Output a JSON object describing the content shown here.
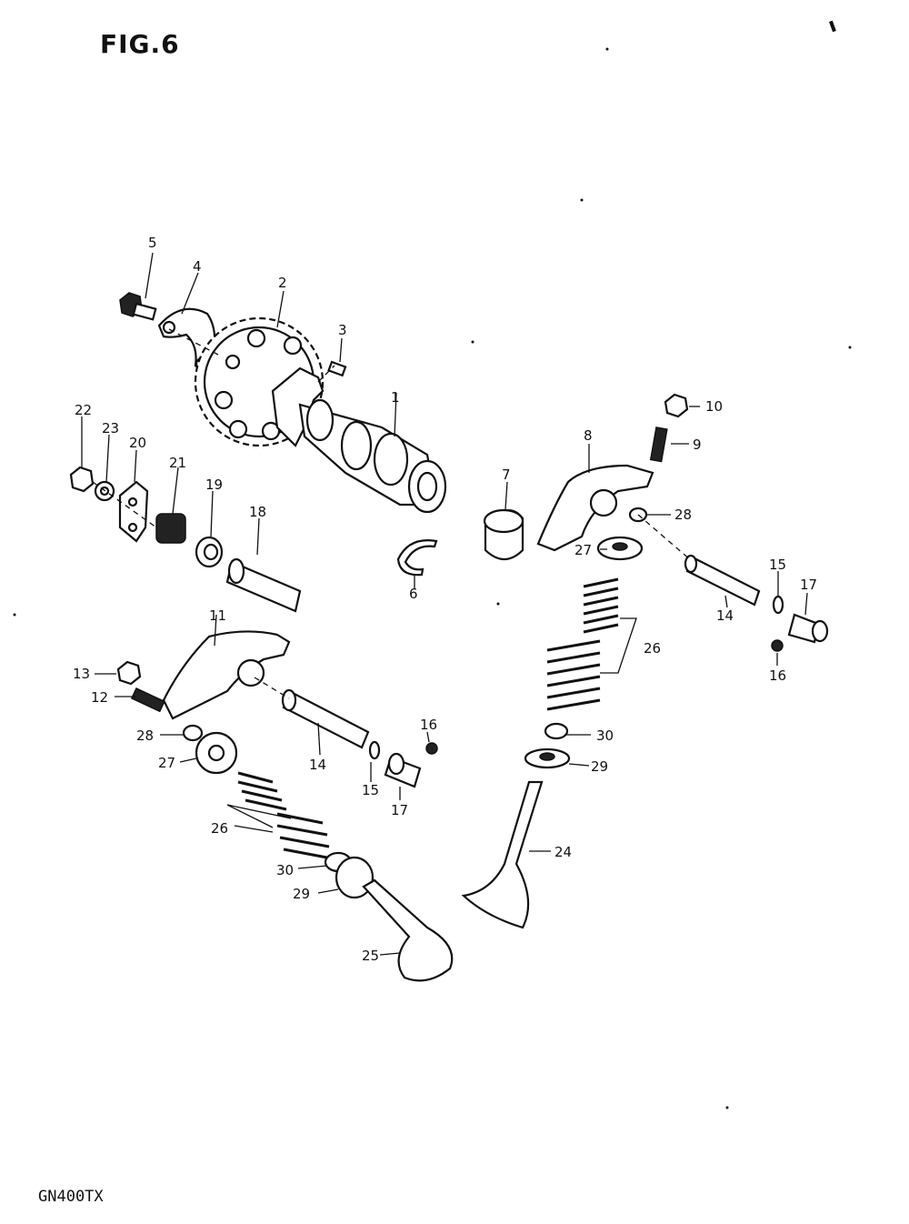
{
  "figure": {
    "title": "FIG.6",
    "model_code": "GN400TX"
  },
  "callouts": [
    {
      "id": "c5",
      "text": "5"
    },
    {
      "id": "c4",
      "text": "4"
    },
    {
      "id": "c2",
      "text": "2"
    },
    {
      "id": "c3",
      "text": "3"
    },
    {
      "id": "c1",
      "text": "1"
    },
    {
      "id": "c10",
      "text": "10"
    },
    {
      "id": "c9",
      "text": "9"
    },
    {
      "id": "c8",
      "text": "8"
    },
    {
      "id": "c28a",
      "text": "28"
    },
    {
      "id": "c7",
      "text": "7"
    },
    {
      "id": "c27a",
      "text": "27"
    },
    {
      "id": "c15a",
      "text": "15"
    },
    {
      "id": "c17a",
      "text": "17"
    },
    {
      "id": "c14a",
      "text": "14"
    },
    {
      "id": "c16a",
      "text": "16"
    },
    {
      "id": "c22",
      "text": "22"
    },
    {
      "id": "c23",
      "text": "23"
    },
    {
      "id": "c20",
      "text": "20"
    },
    {
      "id": "c21",
      "text": "21"
    },
    {
      "id": "c19",
      "text": "19"
    },
    {
      "id": "c18",
      "text": "18"
    },
    {
      "id": "c6",
      "text": "6"
    },
    {
      "id": "c26a",
      "text": "26"
    },
    {
      "id": "c11",
      "text": "11"
    },
    {
      "id": "c13",
      "text": "13"
    },
    {
      "id": "c12",
      "text": "12"
    },
    {
      "id": "c28b",
      "text": "28"
    },
    {
      "id": "c27b",
      "text": "27"
    },
    {
      "id": "c14b",
      "text": "14"
    },
    {
      "id": "c15b",
      "text": "15"
    },
    {
      "id": "c16b",
      "text": "16"
    },
    {
      "id": "c17b",
      "text": "17"
    },
    {
      "id": "c30a",
      "text": "30"
    },
    {
      "id": "c29a",
      "text": "29"
    },
    {
      "id": "c24",
      "text": "24"
    },
    {
      "id": "c26b",
      "text": "26"
    },
    {
      "id": "c30b",
      "text": "30"
    },
    {
      "id": "c29b",
      "text": "29"
    },
    {
      "id": "c25",
      "text": "25"
    }
  ]
}
